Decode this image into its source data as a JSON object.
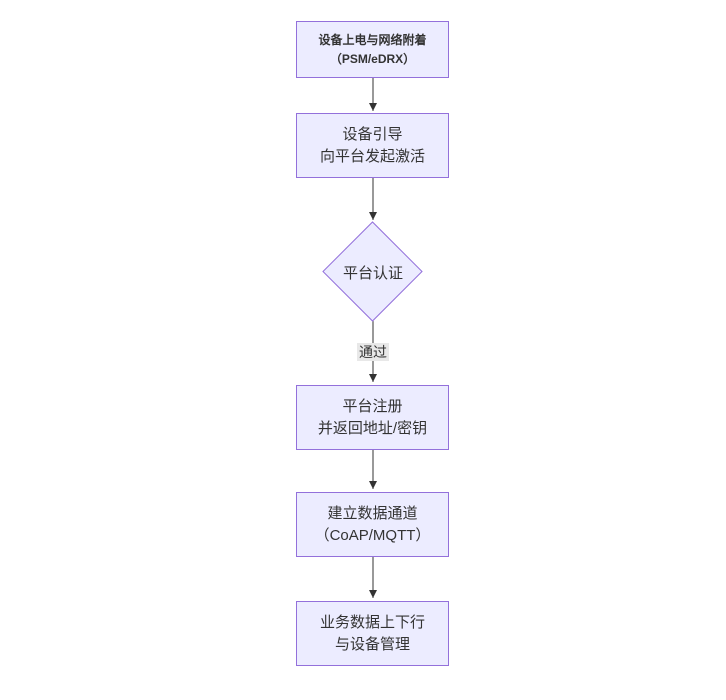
{
  "diagram": {
    "type": "flowchart",
    "direction": "top-down",
    "colors": {
      "background": "#ffffff",
      "node_fill": "#ECECFF",
      "node_border": "#9370DB",
      "text": "#333333",
      "arrow": "#333333",
      "edge_label_bg": "#e8e8e8"
    },
    "nodes": [
      {
        "id": "power-attach",
        "type": "rect",
        "label": "设备上电与网络附着\n（PSM/eDRX）"
      },
      {
        "id": "bootstrap",
        "type": "rect",
        "label": "设备引导\n向平台发起激活"
      },
      {
        "id": "platform-auth",
        "type": "diamond",
        "label": "平台认证"
      },
      {
        "id": "register",
        "type": "rect",
        "label": "平台注册\n并返回地址/密钥"
      },
      {
        "id": "data-channel",
        "type": "rect",
        "label": "建立数据通道\n（CoAP/MQTT）"
      },
      {
        "id": "business-data",
        "type": "rect",
        "label": "业务数据上下行\n与设备管理"
      }
    ],
    "edges": [
      {
        "from": "power-attach",
        "to": "bootstrap",
        "label": ""
      },
      {
        "from": "bootstrap",
        "to": "platform-auth",
        "label": ""
      },
      {
        "from": "platform-auth",
        "to": "register",
        "label": "通过"
      },
      {
        "from": "register",
        "to": "data-channel",
        "label": ""
      },
      {
        "from": "data-channel",
        "to": "business-data",
        "label": ""
      }
    ]
  }
}
